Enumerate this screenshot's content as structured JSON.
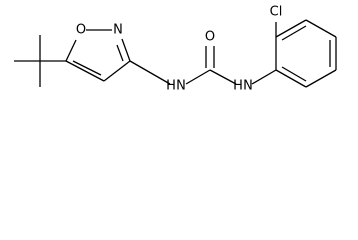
{
  "molecule": {
    "atoms": {
      "chlorine": "Cl",
      "ring_oxygen": "O",
      "ring_nitrogen": "N",
      "carbonyl_oxygen": "O",
      "amide_nh_left": "H",
      "amide_n_left": "N",
      "amide_nh_right": "H",
      "amide_n_right": "N"
    }
  }
}
